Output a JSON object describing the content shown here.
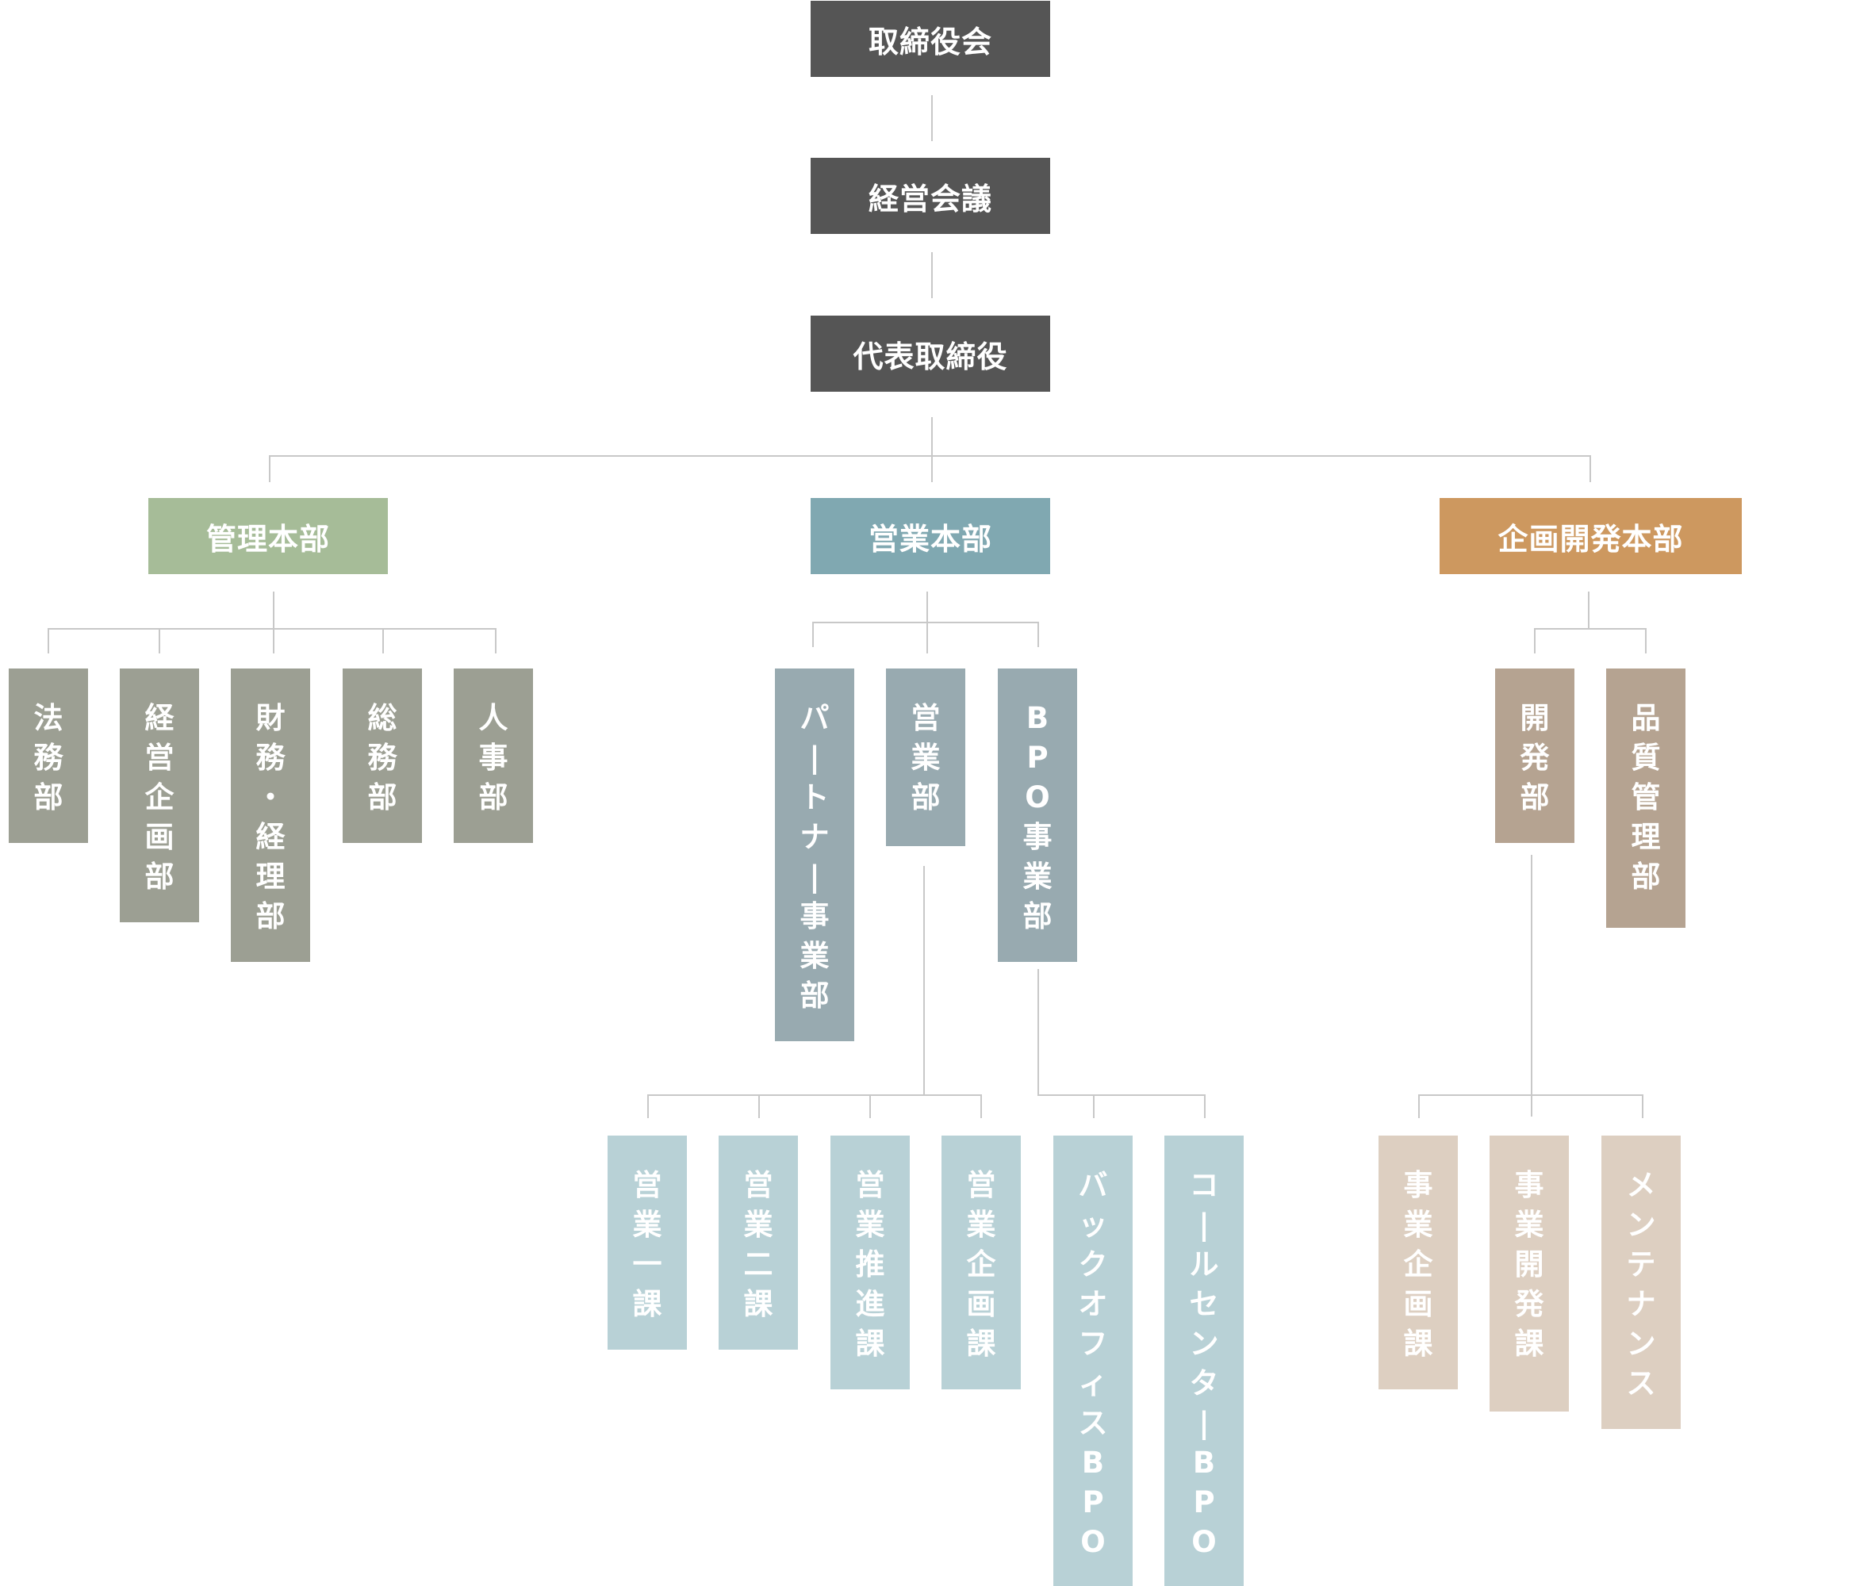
{
  "executive": {
    "board": "取締役会",
    "management_meeting": "経営会議",
    "ceo": "代表取締役"
  },
  "divisions": {
    "admin": "管理本部",
    "sales": "営業本部",
    "planning": "企画開発本部"
  },
  "admin_departments": [
    "法務部",
    "経営企画部",
    "財務・経理部",
    "総務部",
    "人事部"
  ],
  "sales_departments": [
    "パートナー事業部",
    "営業部",
    "BPO事業部"
  ],
  "sales_sections": [
    "営業一課",
    "営業二課",
    "営業推進課",
    "営業企画課"
  ],
  "bpo_sections": [
    "バックオフィスBPO",
    "コールセンターBPO"
  ],
  "planning_departments": [
    "開発部",
    "品質管理部"
  ],
  "planning_sections": [
    "事業企画課",
    "事業開発課",
    "メンテナンス"
  ],
  "colors": {
    "executive": "#555555",
    "admin": "#a6bc98",
    "admin_dept": "#9c9f93",
    "sales": "#80a8b1",
    "sales_dept": "#98aab0",
    "sales_section": "#b8d1d6",
    "planning": "#cd985f",
    "planning_dept": "#b5a391",
    "planning_section": "#ddcfc1",
    "connector": "#c8c8c8"
  }
}
